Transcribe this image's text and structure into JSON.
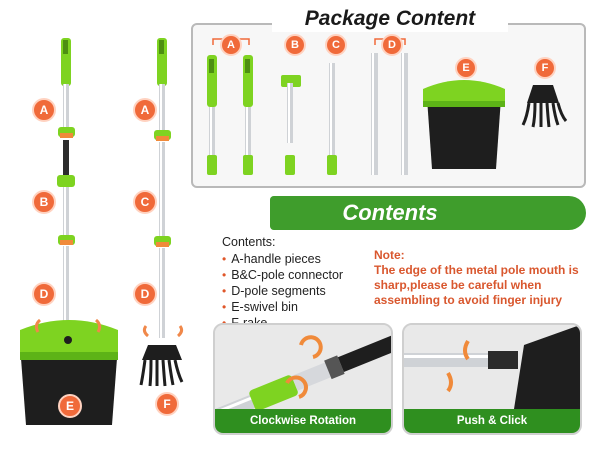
{
  "package": {
    "title": "Package Content",
    "items": [
      {
        "badge": "A"
      },
      {
        "badge": "B"
      },
      {
        "badge": "C"
      },
      {
        "badge": "D"
      },
      {
        "badge": "E"
      },
      {
        "badge": "F"
      }
    ]
  },
  "assembly": {
    "left_badges": [
      "A",
      "B",
      "D",
      "E"
    ],
    "right_badges": [
      "A",
      "C",
      "D",
      "F"
    ]
  },
  "banner": {
    "title": "Contents"
  },
  "contents": {
    "header": "Contents:",
    "items": [
      "A-handle pieces",
      "B&C-pole connector",
      "D-pole segments",
      "E-swivel bin",
      "F-rake"
    ]
  },
  "note": {
    "title": "Note:",
    "text": "The edge of the metal pole mouth is sharp,please be careful when assembling to avoid finger injury"
  },
  "photos": [
    {
      "caption": "Clockwise Rotation"
    },
    {
      "caption": "Push & Click"
    }
  ],
  "colors": {
    "accent_green": "#7ed321",
    "banner_green": "#3f9d2c",
    "badge_orange": "#f06a3a",
    "note_orange": "#d9572e"
  }
}
